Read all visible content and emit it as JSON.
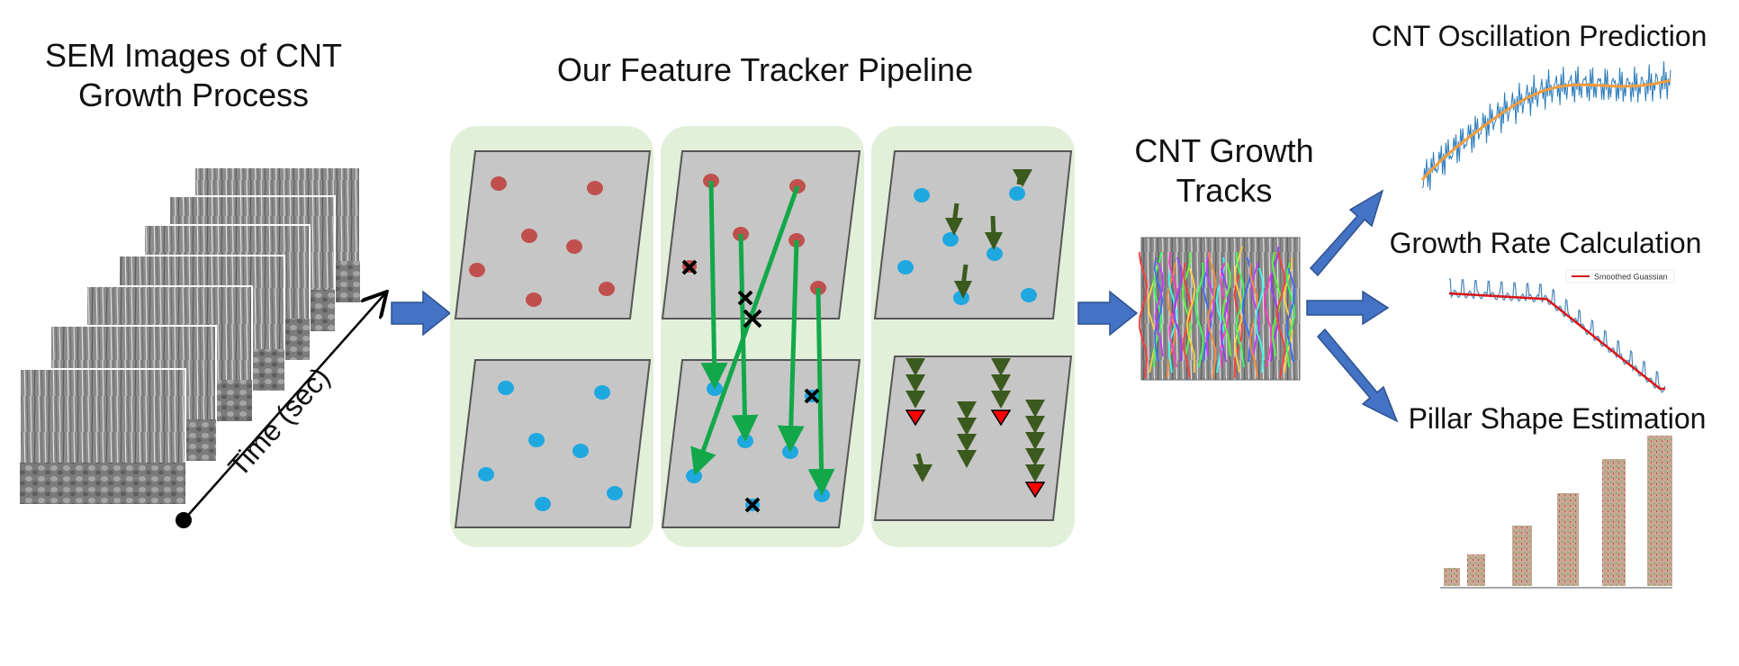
{
  "labels": {
    "sem_title_line1": "SEM Images of CNT",
    "sem_title_line2": "Growth Process",
    "time_axis": "Time (sec)",
    "pipeline_title": "Our Feature Tracker Pipeline",
    "tracks_title_line1": "CNT Growth",
    "tracks_title_line2": "Tracks",
    "oscillation_title": "CNT Oscillation Prediction",
    "growth_rate_title": "Growth Rate Calculation",
    "growth_rate_legend": "Smoothed Guassian",
    "pillar_title": "Pillar Shape Estimation"
  },
  "colors": {
    "flow_arrow": "#4472c4",
    "panel_bg": "#e2efd9",
    "frame_fill": "#c6c6c6",
    "red_point": "#c0504d",
    "blue_point": "#1fa8e0",
    "match_line": "#12a84a",
    "motion_arrow": "#3a5a1e",
    "terminal_marker": "#ff0000",
    "oscillation_raw": "#2b7bb9",
    "oscillation_fit": "#f39c3c",
    "smoothed_curve": "#d7191c"
  },
  "icons": {
    "rejected_match": "x-mark-icon",
    "track_end": "red-triangle-icon"
  }
}
